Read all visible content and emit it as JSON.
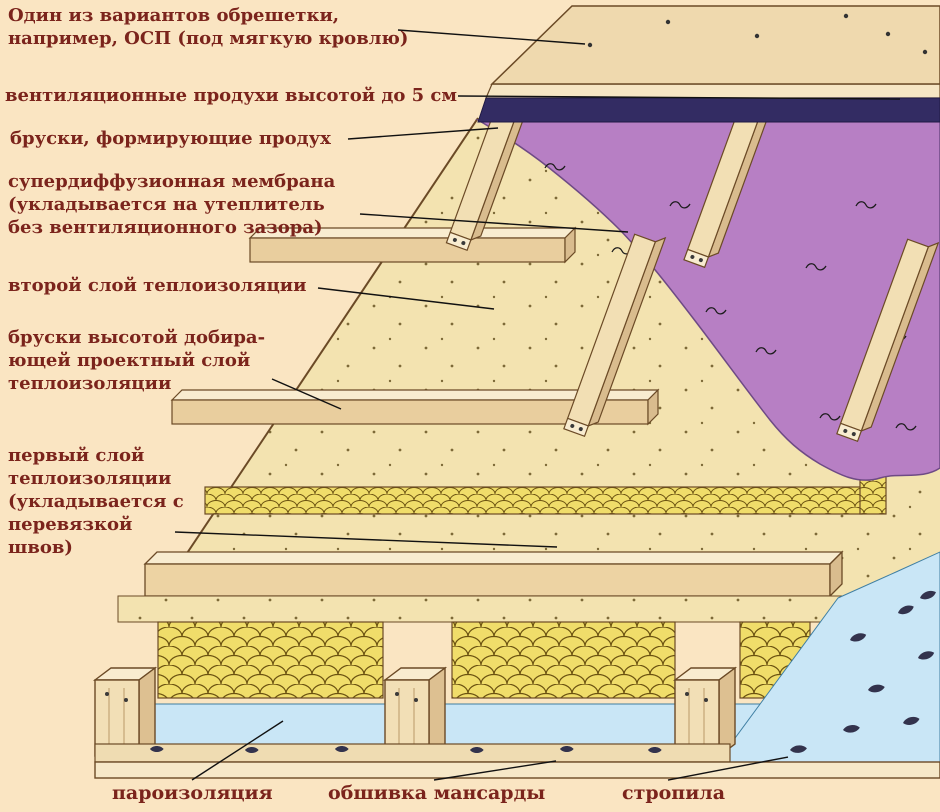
{
  "labels": {
    "osb": "Один из вариантов обрешетки,\nнапример, ОСП (под мягкую кровлю)",
    "vent": "вентиляционные продухи высотой до 5 см",
    "bruski_produh": "бруски, формирующие продух",
    "membrane": "супердиффузионная мембрана\n(укладывается на утеплитель\nбез вентиляционного зазора)",
    "second_layer": "второй слой теплоизоляции",
    "bruski_height": "бруски высотой добира-\nющей проектный слой\nтеплоизоляции",
    "first_layer": "первый слой\nтеплоизоляции\n(укладывается с\nперевязкой\nшвов)",
    "paroizolyaciya": "пароизоляция",
    "obshivka": "обшивка мансарды",
    "stropila": "стропила"
  },
  "colors": {
    "background": "#FAE5C2",
    "membrane": "#B77FC4",
    "insulation": "#F3E3B0",
    "mineral_wool": "#F0DD6A",
    "wood_light": "#F2DFB4",
    "ventilation_gap": "#332C63",
    "vapor_barrier": "#C9E6F6",
    "label_text": "#7B241C",
    "outline": "#6B4A26"
  }
}
